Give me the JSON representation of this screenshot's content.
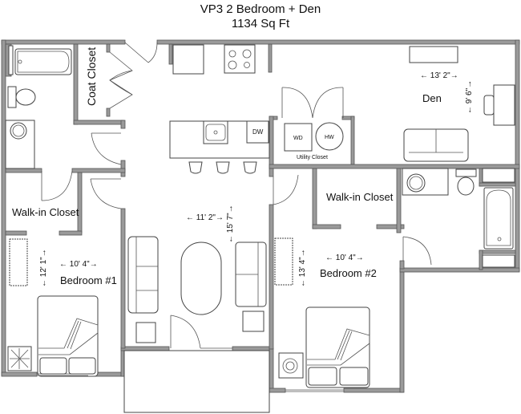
{
  "plan": {
    "title": "VP3 2 Bedroom + Den",
    "area": "1134 Sq Ft",
    "wall_color": "#9a9a9a",
    "outline_color": "#555555"
  },
  "rooms": {
    "coat_closet": {
      "label": "Coat Closet"
    },
    "den": {
      "label": "Den",
      "width": "← 13' 2\"→",
      "depth": "← 9' 6\"→"
    },
    "utility_closet": {
      "label": "Utility Closet",
      "wd": "WD",
      "hw": "HW"
    },
    "kitchen": {
      "dw": "DW"
    },
    "living": {
      "width": "← 11' 2\"→",
      "depth": "← 15' 7\"→"
    },
    "walk_in_closet_1": {
      "label": "Walk-in Closet"
    },
    "walk_in_closet_2": {
      "label": "Walk-in Closet"
    },
    "bedroom_1": {
      "label": "Bedroom #1",
      "width": "← 10' 4\"→",
      "depth": "← 12' 1\"→"
    },
    "bedroom_2": {
      "label": "Bedroom #2",
      "width": "← 10' 4\"→",
      "depth": "← 13' 4\"→"
    }
  }
}
